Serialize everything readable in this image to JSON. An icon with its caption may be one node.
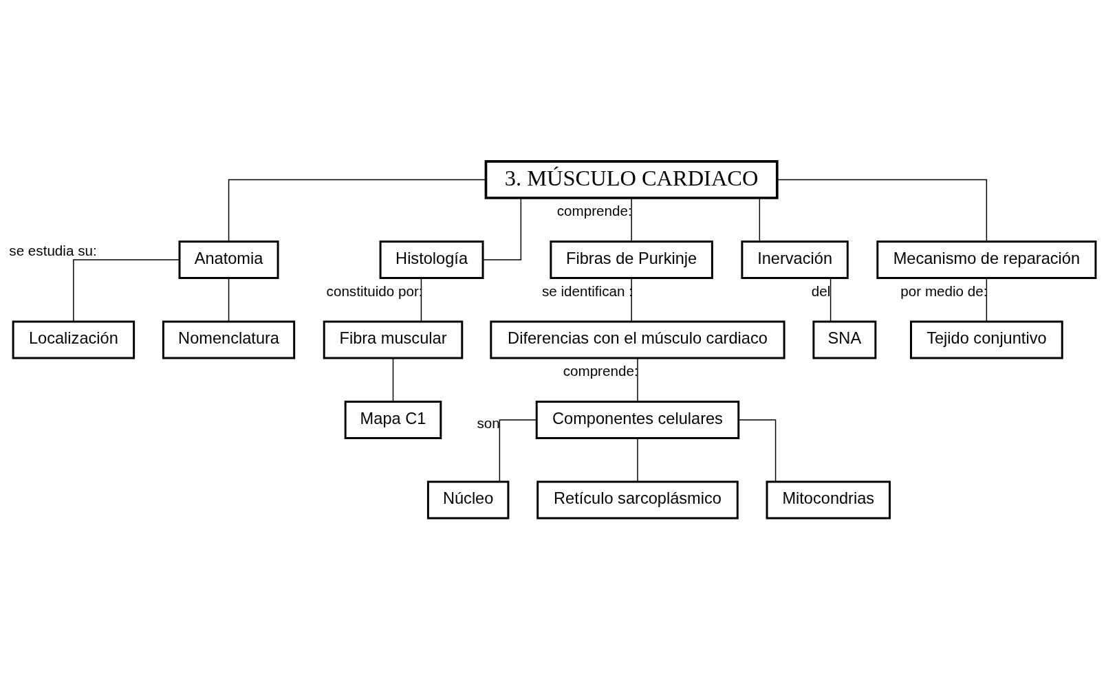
{
  "diagram": {
    "nodes": [
      {
        "text": [
          "3. MÚSCULO CARDIACO"
        ]
      },
      {
        "text": [
          "Anatomia"
        ]
      },
      {
        "text": [
          "Histología"
        ]
      },
      {
        "text": [
          "Fibras de Purkinje"
        ]
      },
      {
        "text": [
          "Inervación"
        ]
      },
      {
        "text": [
          "Mecanismo de reparación"
        ]
      },
      {
        "text": [
          "Localización"
        ]
      },
      {
        "text": [
          "Nomenclatura"
        ]
      },
      {
        "text": [
          "Fibra muscular"
        ]
      },
      {
        "text": [
          "Mapa C1"
        ]
      },
      {
        "text": [
          "Diferencias con el músculo cardiaco"
        ]
      },
      {
        "text": [
          "SNA"
        ]
      },
      {
        "text": [
          "Tejido conjuntivo"
        ]
      },
      {
        "text": [
          "Componentes celulares"
        ]
      },
      {
        "text": [
          "Núcleo"
        ]
      },
      {
        "text": [
          "Retículo sarcoplásmico"
        ]
      },
      {
        "text": [
          "Mitocondrias"
        ]
      }
    ],
    "edges": [
      {
        "from": 0,
        "to": 1,
        "arrow": "none"
      },
      {
        "from": 0,
        "to": 2,
        "arrow": "none"
      },
      {
        "from": 0,
        "to": 3,
        "arrow": "none",
        "label": "comprende:"
      },
      {
        "from": 0,
        "to": 4,
        "arrow": "none"
      },
      {
        "from": 0,
        "to": 5,
        "arrow": "none"
      },
      {
        "from": 1,
        "to": 6,
        "arrow": "none",
        "label": "se estudia su:"
      },
      {
        "from": 1,
        "to": 7,
        "arrow": "none"
      },
      {
        "from": 2,
        "to": 8,
        "arrow": "none",
        "label": "constituido por:"
      },
      {
        "from": 8,
        "to": 9,
        "arrow": "none"
      },
      {
        "from": 3,
        "to": 10,
        "arrow": "none",
        "label": "se identifican :"
      },
      {
        "from": 4,
        "to": 11,
        "arrow": "none",
        "label": "del"
      },
      {
        "from": 5,
        "to": 12,
        "arrow": "none",
        "label": "por medio de:"
      },
      {
        "from": 10,
        "to": 13,
        "arrow": "none",
        "label": "comprende:"
      },
      {
        "from": 13,
        "to": 14,
        "arrow": "none",
        "label": "son"
      },
      {
        "from": 13,
        "to": 15,
        "arrow": "none"
      },
      {
        "from": 13,
        "to": 16,
        "arrow": "none"
      }
    ]
  }
}
